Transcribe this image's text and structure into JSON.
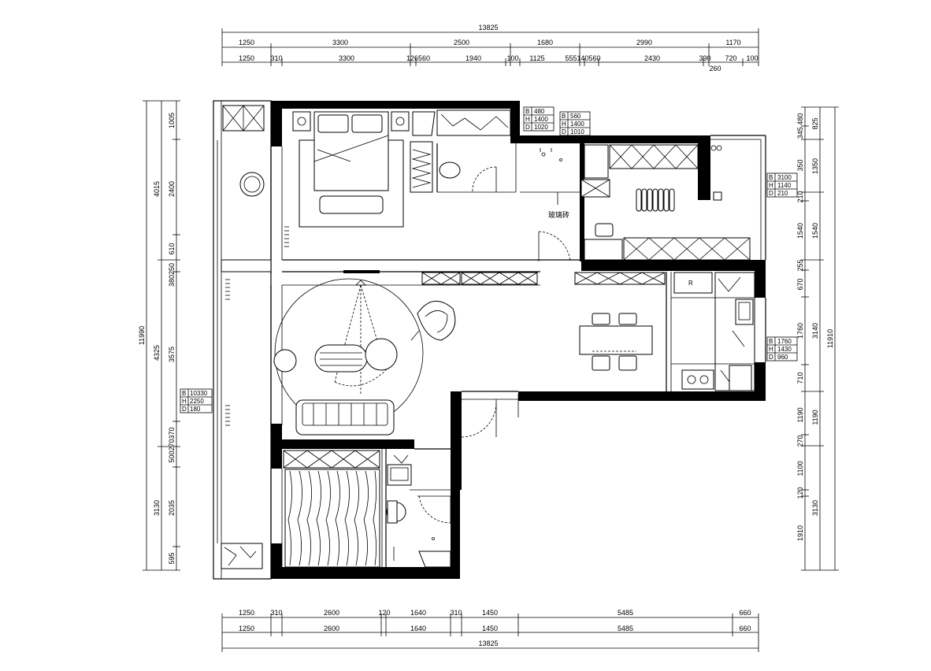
{
  "dimensions": {
    "top_total": "13825",
    "top_row1": [
      "1250",
      "3300",
      "2500",
      "1680",
      "2990",
      "1170"
    ],
    "top_row2": [
      "1250",
      "310",
      "3300",
      "126560",
      "1940",
      "100",
      "1125",
      "555140560",
      "2430",
      "390",
      "720",
      "100"
    ],
    "top_extra": "260",
    "bottom_row1": [
      "1250",
      "310",
      "2600",
      "120",
      "1640",
      "310",
      "1450",
      "5485",
      "660"
    ],
    "bottom_row2": [
      "1250",
      "2600",
      "1640",
      "1450",
      "5485",
      "660"
    ],
    "bottom_total": "13825",
    "left_outer": [
      "11990"
    ],
    "left_mid": [
      "4015",
      "4325",
      "3130"
    ],
    "left_inner": [
      "1005",
      "2400",
      "610",
      "380250",
      "3575",
      "500270370",
      "2035",
      "595"
    ],
    "right_inner": [
      "345 480",
      "350",
      "210",
      "1540",
      "255",
      "670",
      "1760",
      "710",
      "1190",
      "270",
      "1100",
      "120",
      "1910"
    ],
    "right_mid": [
      "825",
      "1350",
      "1540",
      "3140",
      "1190",
      "3130"
    ],
    "right_outer": [
      "11910"
    ]
  },
  "spec_boxes": [
    {
      "rows": [
        [
          "B",
          "480"
        ],
        [
          "H",
          "1400"
        ],
        [
          "D",
          "1020"
        ]
      ]
    },
    {
      "rows": [
        [
          "B",
          "560"
        ],
        [
          "H",
          "1400"
        ],
        [
          "D",
          "1010"
        ]
      ]
    },
    {
      "rows": [
        [
          "B",
          "3100"
        ],
        [
          "H",
          "1140"
        ],
        [
          "D",
          "210"
        ]
      ]
    },
    {
      "rows": [
        [
          "B",
          "1760"
        ],
        [
          "H",
          "1430"
        ],
        [
          "D",
          "960"
        ]
      ]
    },
    {
      "rows": [
        [
          "B",
          "10330"
        ],
        [
          "H",
          "2250"
        ],
        [
          "D",
          "180"
        ]
      ]
    }
  ],
  "labels": {
    "glass_brick": "玻璃砖"
  }
}
